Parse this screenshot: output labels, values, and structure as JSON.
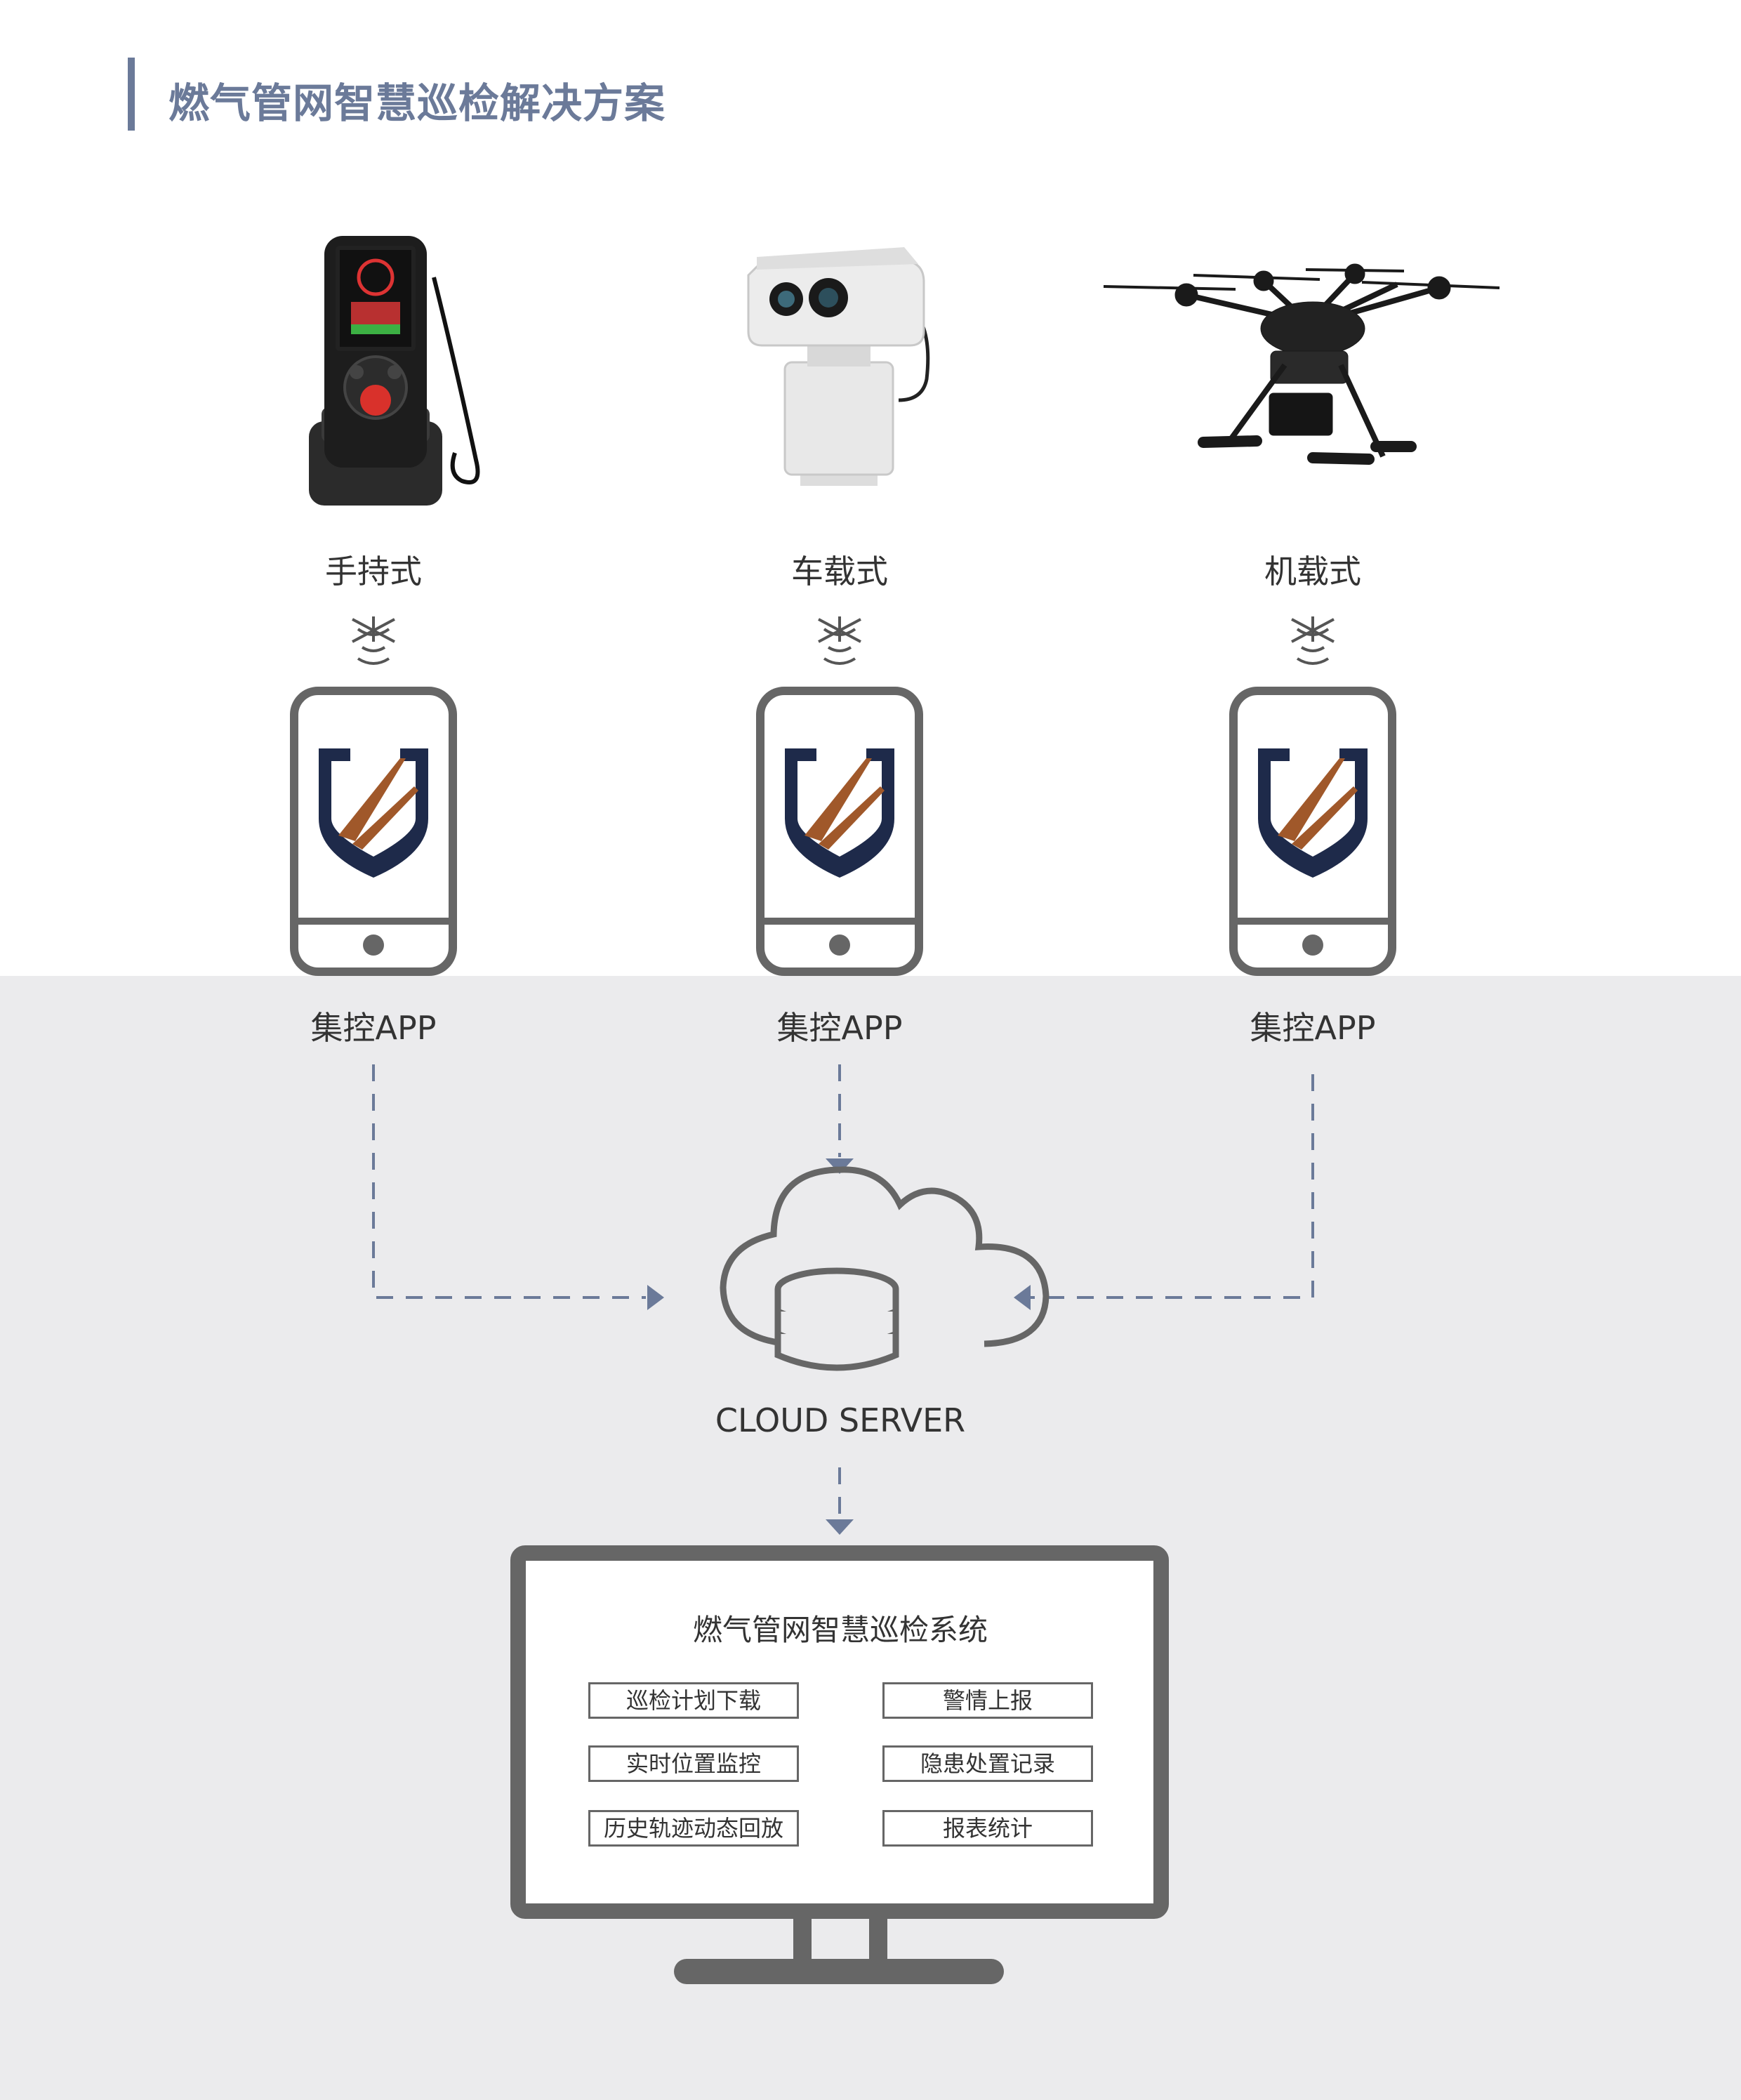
{
  "title": "燃气管网智慧巡检解决方案",
  "devices": [
    {
      "label": "手持式",
      "icon": "handheld-detector-icon"
    },
    {
      "label": "车载式",
      "icon": "vehicle-mounted-camera-icon"
    },
    {
      "label": "机载式",
      "icon": "drone-icon"
    }
  ],
  "app_label": "集控APP",
  "cloud": {
    "label": "CLOUD SERVER",
    "icon": "cloud-database-icon"
  },
  "system": {
    "title": "燃气管网智慧巡检系统",
    "functions": [
      "巡检计划下载",
      "警情上报",
      "实时位置监控",
      "隐患处置记录",
      "历史轨迹动态回放",
      "报表统计"
    ]
  },
  "colors": {
    "title": "#6b7a99",
    "arrow": "#6b7a99",
    "outline": "#666666",
    "logo_navy": "#1e2a4a",
    "logo_copper": "#a0582a",
    "band": "#ebebed"
  }
}
